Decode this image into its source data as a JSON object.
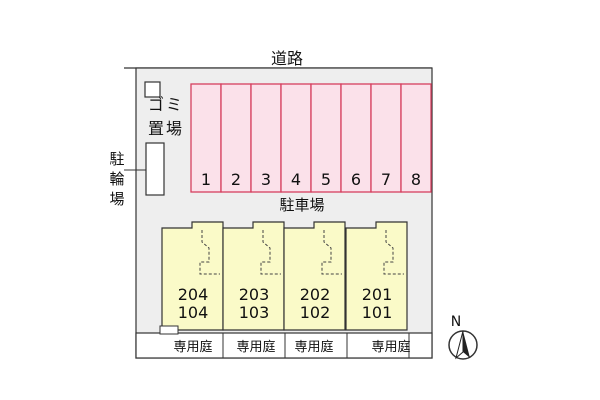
{
  "road_label": "道路",
  "garbage_label": [
    "ゴ",
    "ミ",
    "置",
    "場"
  ],
  "bicycle_label": [
    "駐",
    "輪",
    "場"
  ],
  "parking_label": "駐車場",
  "parking_spaces": [
    "1",
    "2",
    "3",
    "4",
    "5",
    "6",
    "7",
    "8"
  ],
  "units": [
    {
      "upper": "204",
      "lower": "104"
    },
    {
      "upper": "203",
      "lower": "103"
    },
    {
      "upper": "202",
      "lower": "102"
    },
    {
      "upper": "201",
      "lower": "101"
    }
  ],
  "garden_labels": [
    "専用庭",
    "専用庭",
    "専用庭",
    "専用庭"
  ],
  "compass_label": "N",
  "colors": {
    "lot": "#eeeeee",
    "parking_fill": "#fbe1ea",
    "parking_line": "#d6405f",
    "building": "#fafac8",
    "outline": "#333333"
  }
}
